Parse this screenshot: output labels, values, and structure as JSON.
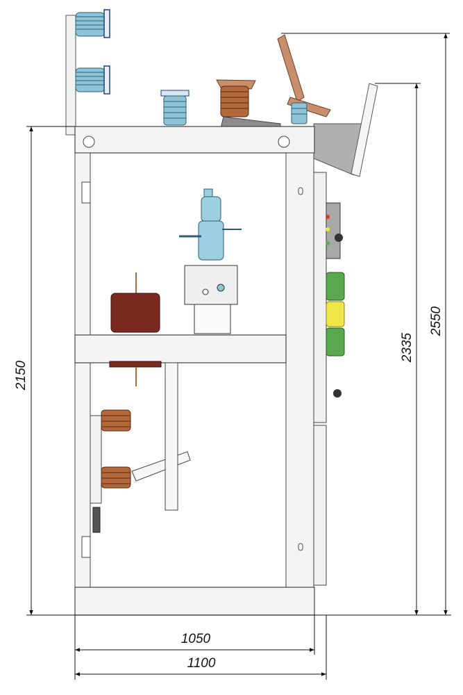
{
  "dimensions": {
    "width_inner": "1050",
    "width_outer": "1100",
    "height_cabinet": "2150",
    "height_mid": "2335",
    "height_total": "2550"
  },
  "colors": {
    "insulator_blue": "#8fc3d6",
    "breaker_blue": "#9ccfe0",
    "copper": "#b2683a",
    "transformer_brown": "#7a2a20",
    "frame": "#f4f4f4",
    "panel_gray": "#a8a8a8",
    "indicator_green": "#5aa84f",
    "indicator_yellow": "#f0e64a",
    "indicator_red": "#d43a2a",
    "arm_tan": "#c98f6d"
  }
}
